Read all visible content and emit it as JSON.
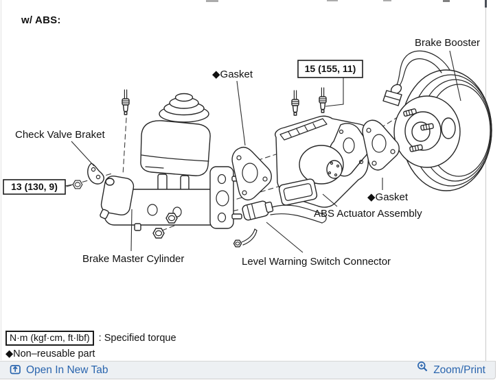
{
  "window": {
    "variant_title": "w/ ABS:"
  },
  "diagram": {
    "labels": {
      "check_valve_bracket": "Check Valve Braket",
      "gasket_left": "◆Gasket",
      "torque_15": "15 (155, 11)",
      "brake_booster": "Brake Booster",
      "gasket_right": "◆Gasket",
      "abs_actuator_assembly": "ABS Actuator Assembly",
      "torque_13": "13 (130, 9)",
      "brake_master_cylinder": "Brake Master Cylinder",
      "level_warning_switch_connector": "Level Warning Switch Connector"
    },
    "legend": {
      "torque_unit_box": "N·m (kgf·cm, ft·lbf)",
      "torque_meaning": ": Specified torque",
      "non_reusable_note": "◆Non–reusable part"
    }
  },
  "footer": {
    "open_in_new_tab": "Open In New Tab",
    "zoom_print": "Zoom/Print"
  },
  "icons": {
    "open_in_new_tab_icon": "box-with-up-arrow",
    "zoom_icon": "magnifier-plus"
  },
  "colors": {
    "link_blue": "#2a65ae",
    "footer_background": "#edf0f3",
    "diagram_ink": "#262626"
  }
}
